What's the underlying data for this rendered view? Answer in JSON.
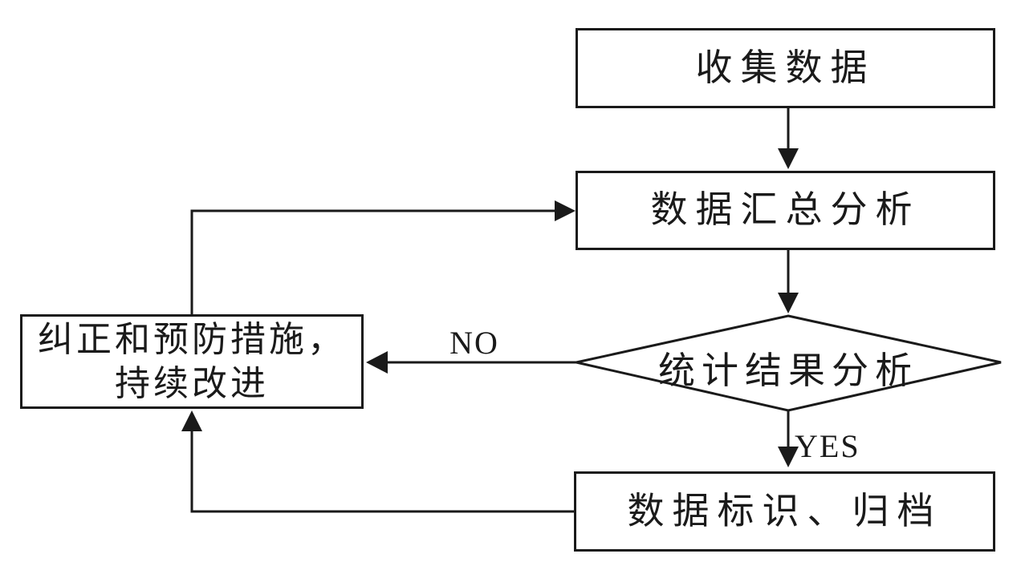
{
  "diagram": {
    "background": "#ffffff",
    "line_color": "#1a1a1a",
    "nodes": {
      "collect": {
        "shape": "rect",
        "label": "收集数据"
      },
      "summary": {
        "shape": "rect",
        "label": "数据汇总分析"
      },
      "decision": {
        "shape": "diamond",
        "label": "统计结果分析"
      },
      "corrective": {
        "shape": "rect",
        "label_line1": "纠正和预防措施，",
        "label_line2": "持续改进"
      },
      "archive": {
        "shape": "rect",
        "label": "数据标识、归档"
      }
    },
    "edge_labels": {
      "no": "NO",
      "yes": "YES"
    },
    "edges": [
      {
        "from": "collect",
        "to": "summary",
        "label": ""
      },
      {
        "from": "summary",
        "to": "decision",
        "label": ""
      },
      {
        "from": "decision",
        "to": "corrective",
        "label": "NO"
      },
      {
        "from": "decision",
        "to": "archive",
        "label": "YES"
      },
      {
        "from": "archive",
        "to": "corrective",
        "label": ""
      },
      {
        "from": "corrective",
        "to": "summary",
        "label": ""
      }
    ]
  }
}
